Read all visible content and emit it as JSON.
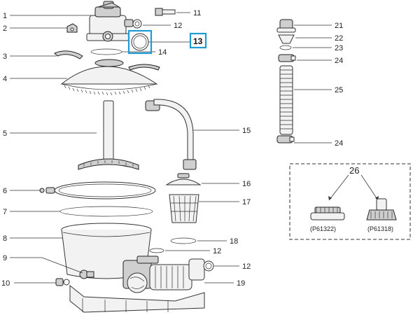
{
  "parts": {
    "p1": "1",
    "p2": "2",
    "p3": "3",
    "p4": "4",
    "p5": "5",
    "p6": "6",
    "p7": "7",
    "p8": "8",
    "p9": "9",
    "p10": "10",
    "p11": "11",
    "p12a": "12",
    "p12b": "12",
    "p12c": "12",
    "p13": "13",
    "p14": "14",
    "p15": "15",
    "p16": "16",
    "p17": "17",
    "p18": "18",
    "p19": "19",
    "p21": "21",
    "p22": "22",
    "p23": "23",
    "p24a": "24",
    "p24b": "24",
    "p25": "25"
  },
  "inset": {
    "number": "26",
    "variant_a": "(P61322)",
    "variant_b": "(P61318)"
  },
  "colors": {
    "highlight": "#1e9bd7",
    "line": "#333333"
  }
}
